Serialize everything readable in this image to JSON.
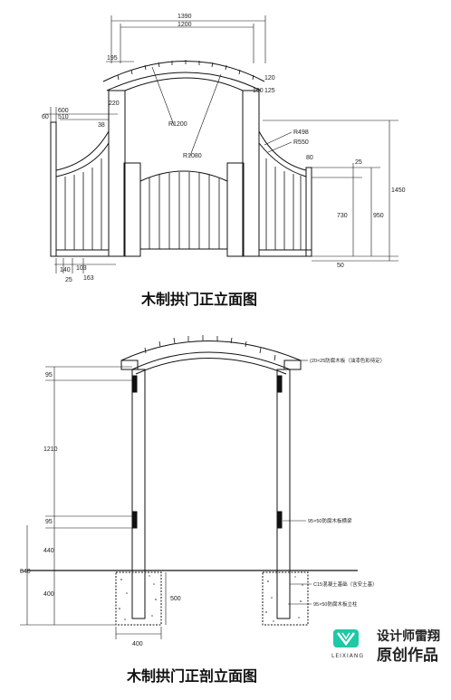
{
  "front_elevation": {
    "title": "木制拱门正立面图",
    "dims": {
      "total_width": "1390",
      "inner_width": "1200",
      "post_spacing": "195",
      "offset_left": "600",
      "offset_left2": "510",
      "post_w": "220",
      "beam_h": "120",
      "beam_top": "100",
      "beam_side": "125",
      "left_small": "60",
      "fence_spacing": "38",
      "arch_r1": "R1200",
      "arch_r2": "R1080",
      "side_r1": "R498",
      "side_r2": "R550",
      "right_side": "80",
      "right_top": "25",
      "overall_h": "1450",
      "fence_h": "950",
      "panel_h": "730",
      "base_h": "50",
      "bottom_a": "140",
      "bottom_b": "103",
      "bottom_c": "25",
      "bottom_d": "163"
    }
  },
  "section_elevation": {
    "title": "木制拱门正剖立面图",
    "dims": {
      "top_beam": "95",
      "upper_span": "1210",
      "mid_beam": "95",
      "lower_span": "440",
      "above_ground": "840",
      "below_ground": "400",
      "foot_depth": "500",
      "foot_width": "400"
    },
    "notes": {
      "top_board": "(20×25防腐木板（油漆色彩待定）",
      "cross_beam": "95×50防腐木板横梁",
      "concrete": "C15混凝土基础（含安土基）",
      "post": "95×50防腐木板立柱"
    }
  },
  "watermark": {
    "line1": "设计师雷翔",
    "line2": "原创作品",
    "brand": "LEIXIANG",
    "color": "#1fc8a6"
  }
}
